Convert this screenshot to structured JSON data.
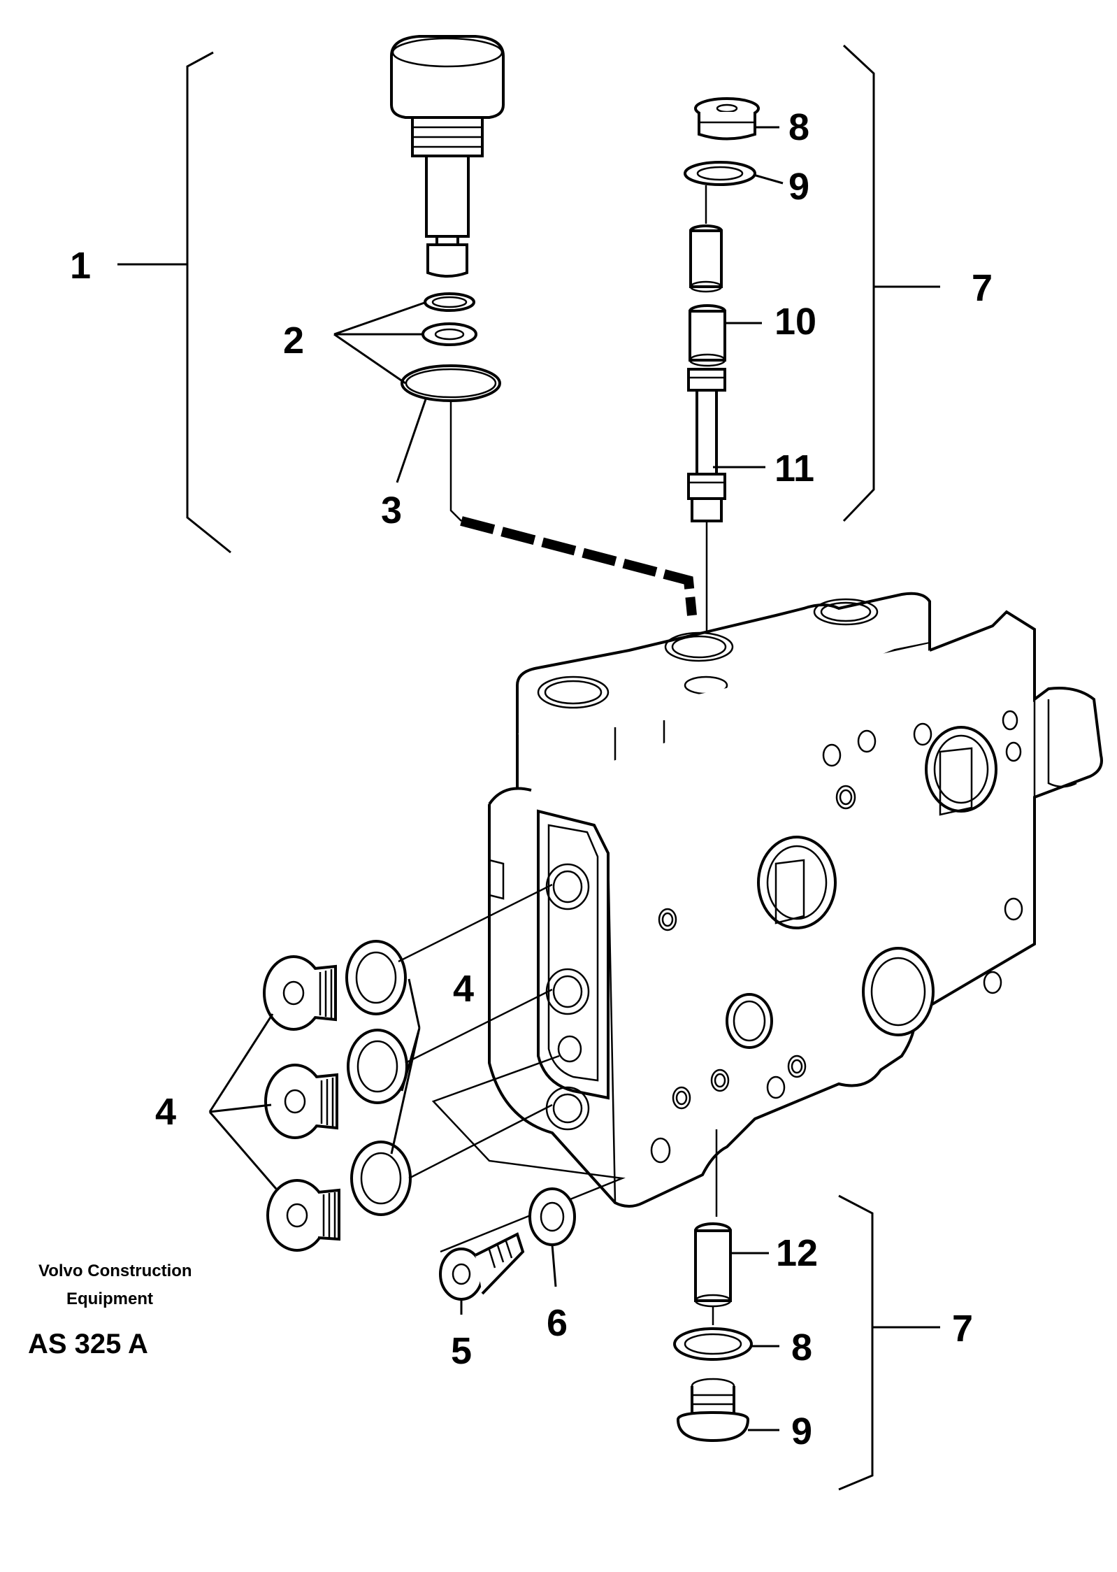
{
  "callouts": {
    "c1": "1",
    "c2": "2",
    "c3": "3",
    "c4a": "4",
    "c4b": "4",
    "c5": "5",
    "c6": "6",
    "c7a": "7",
    "c7b": "7",
    "c8a": "8",
    "c8b": "8",
    "c9a": "9",
    "c9b": "9",
    "c10": "10",
    "c11": "11",
    "c12": "12"
  },
  "caption": {
    "line1": "Volvo Construction",
    "line2": "Equipment",
    "code": "AS 325 A"
  }
}
